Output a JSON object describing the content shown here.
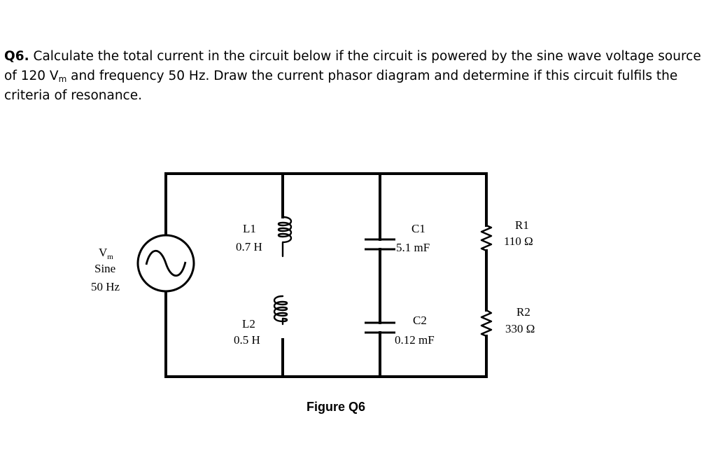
{
  "question": {
    "number": "Q6.",
    "text_before_sub": " Calculate the total current in the circuit below if the circuit is powered by the sine wave voltage source of 120 V",
    "sub": "m",
    "text_after_sub": " and frequency 50 Hz. Draw the current phasor diagram and determine if this circuit fulfils the criteria of resonance."
  },
  "figure": {
    "caption": "Figure Q6",
    "source": {
      "v": "V",
      "v_sub": "m",
      "type": "Sine",
      "freq": "50 Hz"
    },
    "L1": {
      "name": "L1",
      "value": "0.7 H"
    },
    "L2": {
      "name": "L2",
      "value": "0.5 H"
    },
    "C1": {
      "name": "C1",
      "value": "5.1 mF"
    },
    "C2": {
      "name": "C2",
      "value": "0.12 mF"
    },
    "R1": {
      "name": "R1",
      "value": "110 Ω"
    },
    "R2": {
      "name": "R2",
      "value": "330 Ω"
    }
  }
}
